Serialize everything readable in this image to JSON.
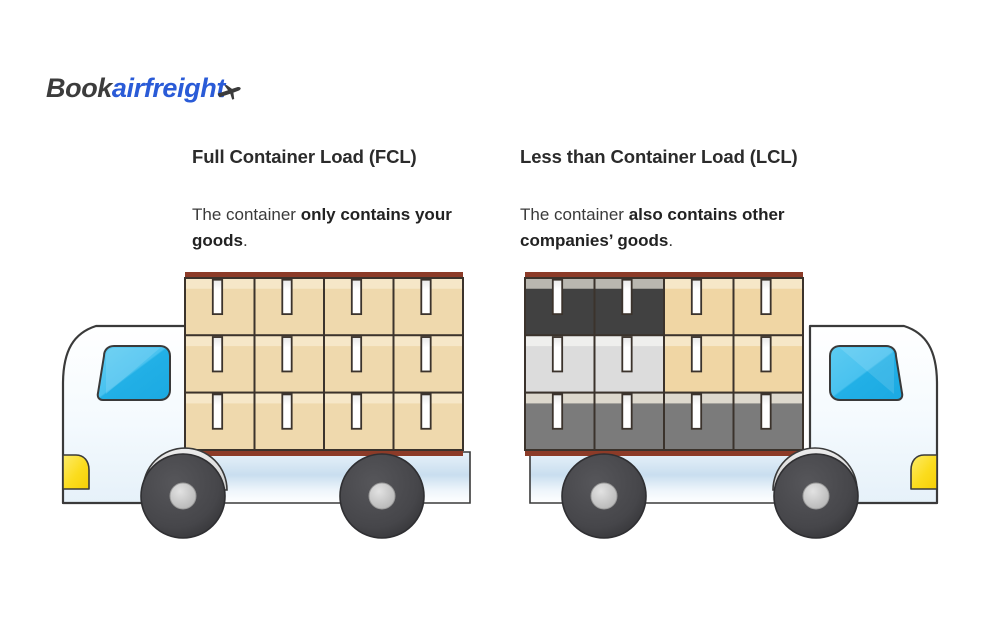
{
  "brand": {
    "name_part1": "Book",
    "name_part2": "airfreight",
    "icon": "airplane-icon",
    "color_part1": "#3c3c3c",
    "color_part2": "#2a5bd7"
  },
  "panels": [
    {
      "id": "fcl",
      "title": "Full Container Load (FCL)",
      "desc_lead": "The container ",
      "desc_bold": "only contains your goods",
      "desc_tail": ".",
      "truck": {
        "direction": "facing-left",
        "cargo_rows": 3,
        "cargo_cols": 4,
        "box_colors": [
          [
            "#efd9ad",
            "#efd9ad",
            "#efd9ad",
            "#efd9ad"
          ],
          [
            "#efd9ad",
            "#efd9ad",
            "#efd9ad",
            "#efd9ad"
          ],
          [
            "#efd9ad",
            "#efd9ad",
            "#efd9ad",
            "#efd9ad"
          ]
        ],
        "box_band_colors": [
          [
            "#f6e7c8",
            "#f6e7c8",
            "#f6e7c8",
            "#f6e7c8"
          ],
          [
            "#f6e7c8",
            "#f6e7c8",
            "#f6e7c8",
            "#f6e7c8"
          ],
          [
            "#f6e7c8",
            "#f6e7c8",
            "#f6e7c8",
            "#f6e7c8"
          ]
        ]
      }
    },
    {
      "id": "lcl",
      "title": "Less than Container Load (LCL)",
      "desc_lead": "The container ",
      "desc_bold": "also contains other companies’ goods",
      "desc_tail": ".",
      "truck": {
        "direction": "facing-right",
        "cargo_rows": 3,
        "cargo_cols": 4,
        "box_colors": [
          [
            "#414141",
            "#414141",
            "#f0d6a4",
            "#f0d6a4"
          ],
          [
            "#dcdcdc",
            "#dcdcdc",
            "#f0d6a4",
            "#f0d6a4"
          ],
          [
            "#7b7b7b",
            "#7b7b7b",
            "#7b7b7b",
            "#7b7b7b"
          ]
        ],
        "box_band_colors": [
          [
            "#b9b7b0",
            "#b9b7b0",
            "#f6e7c8",
            "#f6e7c8"
          ],
          [
            "#efefed",
            "#efefed",
            "#f6e7c8",
            "#f6e7c8"
          ],
          [
            "#ddd8cd",
            "#ddd8cd",
            "#ddd8cd",
            "#ddd8cd"
          ]
        ]
      }
    }
  ],
  "truck_palette": {
    "cab_body": "#f2f8fc",
    "cab_outline": "#3a3a3a",
    "window": "#2fb6e8",
    "window_highlight": "#53c6ef",
    "headlight": "#fbdb1c",
    "chassis": "#e4eef7",
    "chassis_mid": "#cfe0ef",
    "wheel_tire": "#454545",
    "wheel_hub": "#c9c9c9",
    "wheel_arch": "#d8d8d8",
    "deck_rail": "#8c3b28",
    "box_outline": "#3b332c",
    "label_white": "#ffffff",
    "label_outline": "#3b332c"
  },
  "background": "#ffffff"
}
